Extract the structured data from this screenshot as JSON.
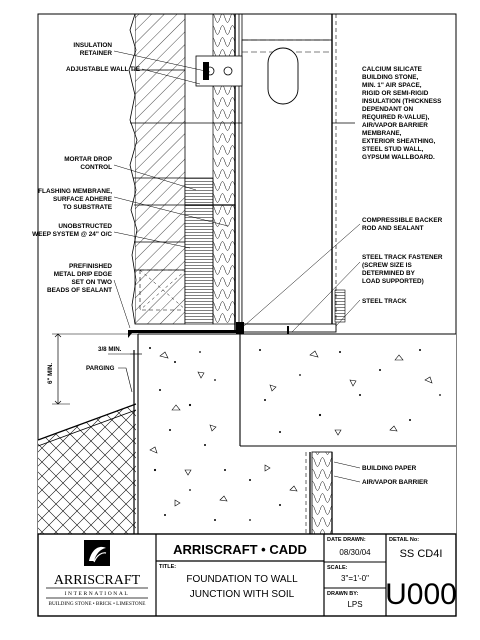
{
  "labels_left": {
    "insulation_retainer_1": "INSULATION",
    "insulation_retainer_2": "RETAINER",
    "wall_tie": "ADJUSTABLE WALL TIE",
    "mortar_drop_1": "MORTAR DROP",
    "mortar_drop_2": "CONTROL",
    "flashing_1": "FLASHING MEMBRANE,",
    "flashing_2": "SURFACE ADHERE",
    "flashing_3": "TO SUBSTRATE",
    "weep_1": "UNOBSTRUCTED",
    "weep_2": "WEEP SYSTEM @ 24\" O/C",
    "drip_1": "PREFINISHED",
    "drip_2": "METAL DRIP EDGE",
    "drip_3": "SET ON TWO",
    "drip_4": "BEADS OF SEALANT"
  },
  "labels_right": {
    "wall_1": "CALCIUM SILICATE",
    "wall_2": "BUILDING STONE,",
    "wall_3": "MIN. 1\" AIR SPACE,",
    "wall_4": "RIGID OR SEMI-RIGID",
    "wall_5": "INSULATION (THICKNESS",
    "wall_6": "DEPENDANT ON",
    "wall_7": "REQUIRED R-VALUE),",
    "wall_8": "AIR/VAPOR BARRIER",
    "wall_9": "MEMBRANE,",
    "wall_10": "EXTERIOR SHEATHING,",
    "wall_11": "STEEL STUD WALL,",
    "wall_12": "GYPSUM WALLBOARD.",
    "backer_1": "COMPRESSIBLE BACKER",
    "backer_2": "ROD AND SEALANT",
    "fastener_1": "STEEL TRACK FASTENER",
    "fastener_2": "(SCREW SIZE IS",
    "fastener_3": "DETERMINED BY",
    "fastener_4": "LOAD SUPPORTED)",
    "steel_track": "STEEL TRACK",
    "building_paper": "BUILDING PAPER",
    "air_vapor_barrier": "AIR/VAPOR BARRIER"
  },
  "dimensions": {
    "min_gap": "3/8 MIN.",
    "min_height": "6\" MIN.",
    "parging": "PARGING"
  },
  "title_block": {
    "brand": "ARRISCRAFT • CADD",
    "title_label": "TITLE:",
    "title_line_1": "FOUNDATION TO WALL",
    "title_line_2": "JUNCTION WITH SOIL",
    "date_label": "DATE DRAWN:",
    "date_value": "08/30/04",
    "scale_label": "SCALE:",
    "scale_value": "3\"=1'-0\"",
    "drawn_label": "DRAWN BY:",
    "drawn_value": "LPS",
    "detail_label": "DETAIL No:",
    "detail_code": "SS CD4I",
    "detail_number": "U000",
    "logo_name": "ARRISCRAFT",
    "logo_sub": "INTERNATIONAL",
    "logo_line": "BUILDING STONE • BRICK • LIMESTONE"
  }
}
